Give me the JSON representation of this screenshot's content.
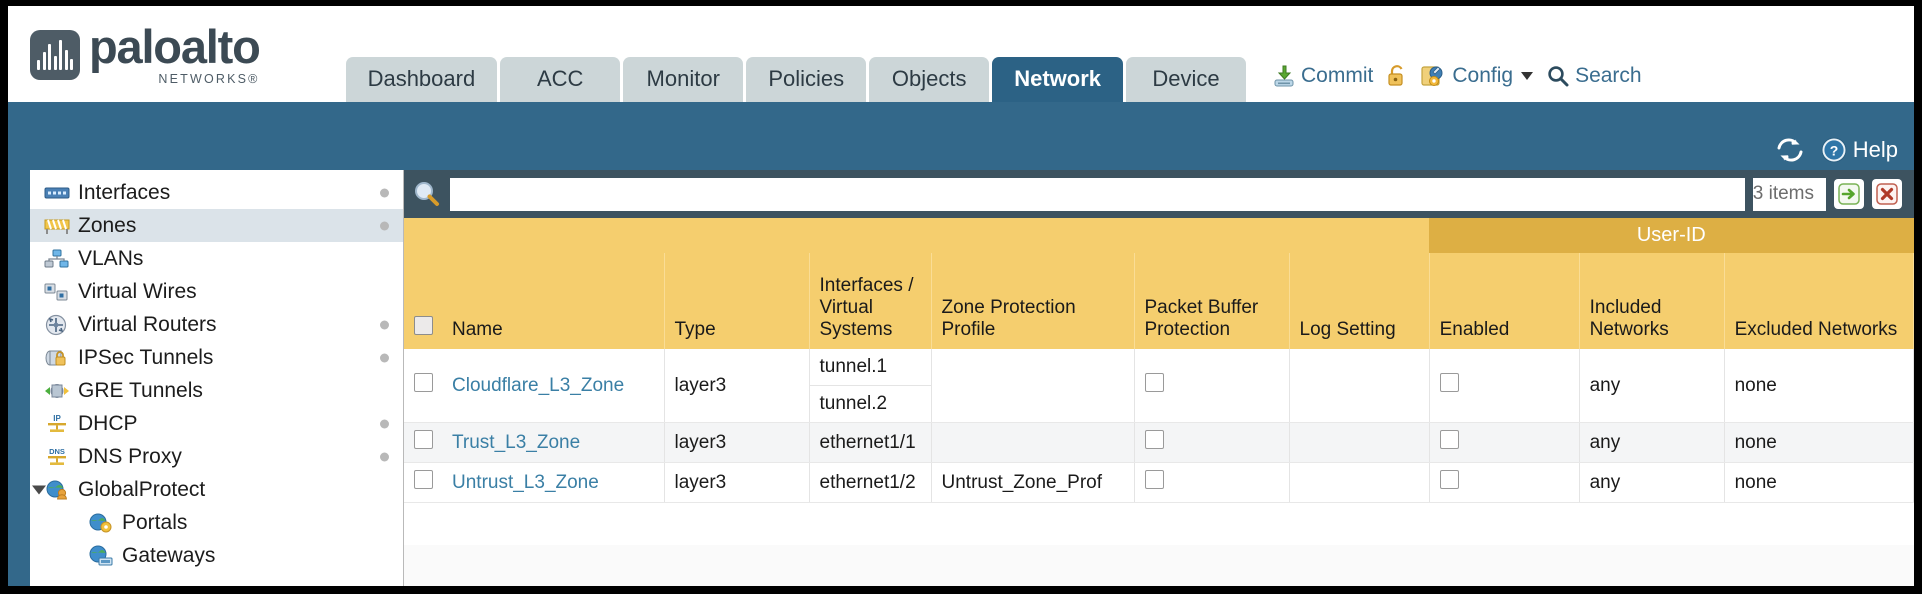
{
  "brand": {
    "name": "paloalto",
    "tagline": "NETWORKS",
    "registered": "®"
  },
  "nav": {
    "tabs": [
      {
        "label": "Dashboard",
        "active": false
      },
      {
        "label": "ACC",
        "active": false
      },
      {
        "label": "Monitor",
        "active": false
      },
      {
        "label": "Policies",
        "active": false
      },
      {
        "label": "Objects",
        "active": false
      },
      {
        "label": "Network",
        "active": true
      },
      {
        "label": "Device",
        "active": false
      }
    ]
  },
  "header_actions": {
    "commit": "Commit",
    "lock": "",
    "config": "Config",
    "search": "Search"
  },
  "subbar": {
    "refresh": "",
    "help": "Help"
  },
  "sidebar": {
    "items": [
      {
        "label": "Interfaces",
        "icon": "interfaces-icon",
        "dot": true,
        "selected": false,
        "child": false,
        "twisty": false
      },
      {
        "label": "Zones",
        "icon": "zones-icon",
        "dot": true,
        "selected": true,
        "child": false,
        "twisty": false
      },
      {
        "label": "VLANs",
        "icon": "vlans-icon",
        "dot": false,
        "selected": false,
        "child": false,
        "twisty": false
      },
      {
        "label": "Virtual Wires",
        "icon": "virtual-wires-icon",
        "dot": false,
        "selected": false,
        "child": false,
        "twisty": false
      },
      {
        "label": "Virtual Routers",
        "icon": "virtual-routers-icon",
        "dot": true,
        "selected": false,
        "child": false,
        "twisty": false
      },
      {
        "label": "IPSec Tunnels",
        "icon": "ipsec-tunnels-icon",
        "dot": true,
        "selected": false,
        "child": false,
        "twisty": false
      },
      {
        "label": "GRE Tunnels",
        "icon": "gre-tunnels-icon",
        "dot": false,
        "selected": false,
        "child": false,
        "twisty": false
      },
      {
        "label": "DHCP",
        "icon": "dhcp-icon",
        "dot": true,
        "selected": false,
        "child": false,
        "twisty": false
      },
      {
        "label": "DNS Proxy",
        "icon": "dns-proxy-icon",
        "dot": true,
        "selected": false,
        "child": false,
        "twisty": false
      },
      {
        "label": "GlobalProtect",
        "icon": "globalprotect-icon",
        "dot": false,
        "selected": false,
        "child": false,
        "twisty": true
      },
      {
        "label": "Portals",
        "icon": "portals-icon",
        "dot": false,
        "selected": false,
        "child": true,
        "twisty": false
      },
      {
        "label": "Gateways",
        "icon": "gateways-icon",
        "dot": false,
        "selected": false,
        "child": true,
        "twisty": false
      }
    ]
  },
  "filter": {
    "value": "",
    "placeholder": "",
    "items_count": "3 items",
    "apply_label": "",
    "clear_label": ""
  },
  "table": {
    "group_header": "User-ID",
    "columns": [
      "Name",
      "Type",
      "Interfaces / Virtual Systems",
      "Zone Protection Profile",
      "Packet Buffer Protection",
      "Log Setting",
      "Enabled",
      "Included Networks",
      "Excluded Networks"
    ],
    "rows": [
      {
        "name": "Cloudflare_L3_Zone",
        "type": "layer3",
        "interfaces": [
          "tunnel.1",
          "tunnel.2"
        ],
        "zone_protection_profile": "",
        "packet_buffer_protection": false,
        "log_setting": "",
        "userid_enabled": false,
        "included_networks": "any",
        "excluded_networks": "none"
      },
      {
        "name": "Trust_L3_Zone",
        "type": "layer3",
        "interfaces": [
          "ethernet1/1"
        ],
        "zone_protection_profile": "",
        "packet_buffer_protection": false,
        "log_setting": "",
        "userid_enabled": false,
        "included_networks": "any",
        "excluded_networks": "none"
      },
      {
        "name": "Untrust_L3_Zone",
        "type": "layer3",
        "interfaces": [
          "ethernet1/2"
        ],
        "zone_protection_profile": "Untrust_Zone_Prof",
        "packet_buffer_protection": false,
        "log_setting": "",
        "userid_enabled": false,
        "included_networks": "any",
        "excluded_networks": "none"
      }
    ]
  },
  "colors": {
    "brand_dark": "#3c4a54",
    "tab_active": "#2c6285",
    "tab_inactive": "#ccd6d8",
    "subbar_blue": "#33688a",
    "header_amber": "#f5ce6e",
    "group_amber": "#ddaf44",
    "link_blue": "#3a7fa5",
    "filter_bar": "#3d5360"
  }
}
